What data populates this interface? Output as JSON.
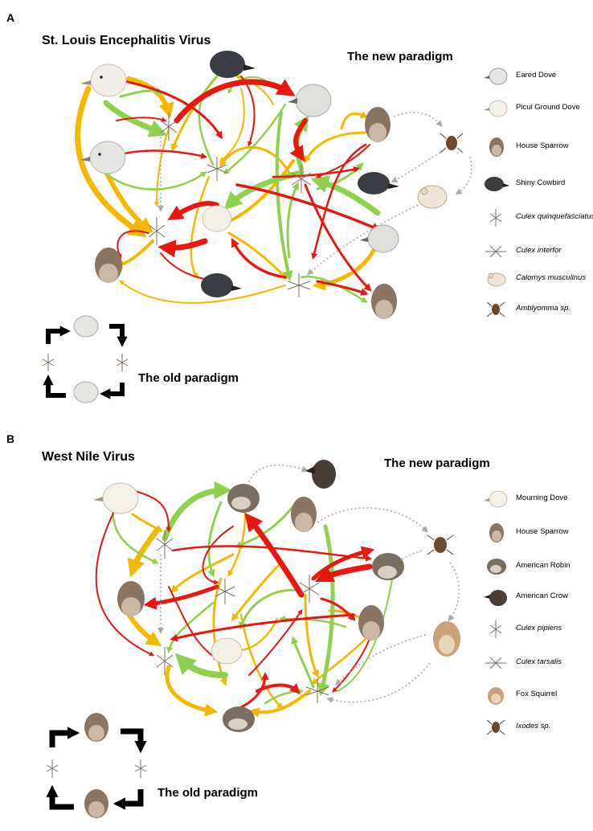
{
  "panel_a": {
    "letter": "A",
    "title": "St. Louis Encephalitis Virus",
    "new_paradigm": "The new paradigm",
    "old_paradigm": "The old paradigm",
    "legend": [
      {
        "label": "Eared Dove",
        "icon": "dove-icon",
        "italic": false
      },
      {
        "label": "Picui Ground Dove",
        "icon": "pale-dove-icon",
        "italic": false
      },
      {
        "label": "House Sparrow",
        "icon": "sparrow-icon",
        "italic": false
      },
      {
        "label": "Shiny Cowbird",
        "icon": "cowbird-icon",
        "italic": false
      },
      {
        "label": "Culex quinquefasciatus",
        "icon": "mosquito-icon",
        "italic": true
      },
      {
        "label": "Culex interfor",
        "icon": "mosquito-icon",
        "italic": true
      },
      {
        "label": "Calomys musculinus",
        "icon": "mouse-icon",
        "italic": true
      },
      {
        "label": "Amblyomma sp.",
        "icon": "tick-icon",
        "italic": true
      }
    ]
  },
  "panel_b": {
    "letter": "B",
    "title": "West Nile Virus",
    "new_paradigm": "The new paradigm",
    "old_paradigm": "The old paradigm",
    "legend": [
      {
        "label": "Mourning Dove",
        "icon": "pale-dove-icon",
        "italic": false
      },
      {
        "label": "House Sparrow",
        "icon": "sparrow-icon",
        "italic": false
      },
      {
        "label": "American Robin",
        "icon": "robin-icon",
        "italic": false
      },
      {
        "label": "American Crow",
        "icon": "crow-icon",
        "italic": false
      },
      {
        "label": "Culex pipiens",
        "icon": "mosquito-icon",
        "italic": true
      },
      {
        "label": "Culex tarsalis",
        "icon": "mosquito-icon",
        "italic": true
      },
      {
        "label": "Fox Squirrel",
        "icon": "squirrel-icon",
        "italic": false
      },
      {
        "label": "Ixodes sp.",
        "icon": "tick-icon",
        "italic": true
      }
    ]
  },
  "colors": {
    "red": "#e8170f",
    "orange": "#f5b800",
    "green": "#8fd14f",
    "dotted": "#aaaaaa",
    "black": "#000000"
  }
}
